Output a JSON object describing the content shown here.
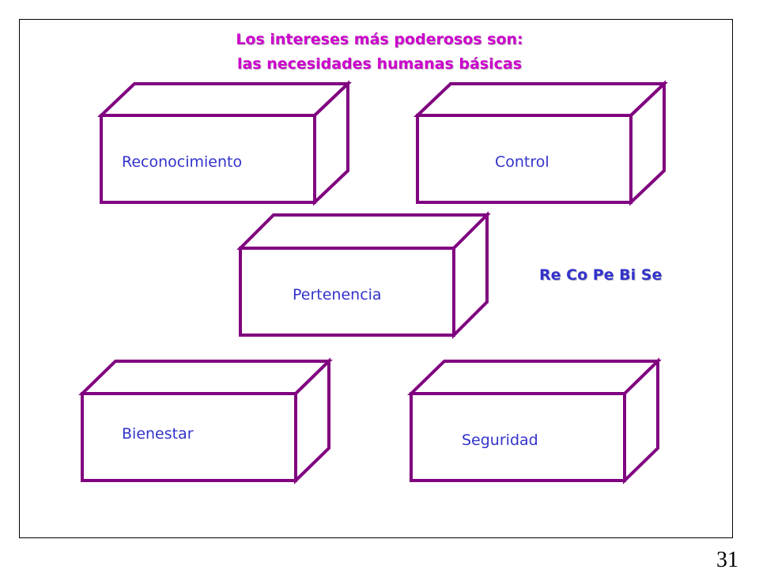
{
  "colors": {
    "box_stroke": "#800080",
    "label_text": "#3333cc",
    "title_text": "#cc00cc",
    "mnemonic_text": "#3333cc"
  },
  "title": {
    "line1": "Los intereses más poderosos son:",
    "line2": "las necesidades humanas básicas"
  },
  "boxes": [
    {
      "label": "Reconocimiento"
    },
    {
      "label": "Control"
    },
    {
      "label": "Pertenencia"
    },
    {
      "label": "Bienestar"
    },
    {
      "label": "Seguridad"
    }
  ],
  "mnemonic": "Re Co Pe Bi Se",
  "page_number": "31"
}
